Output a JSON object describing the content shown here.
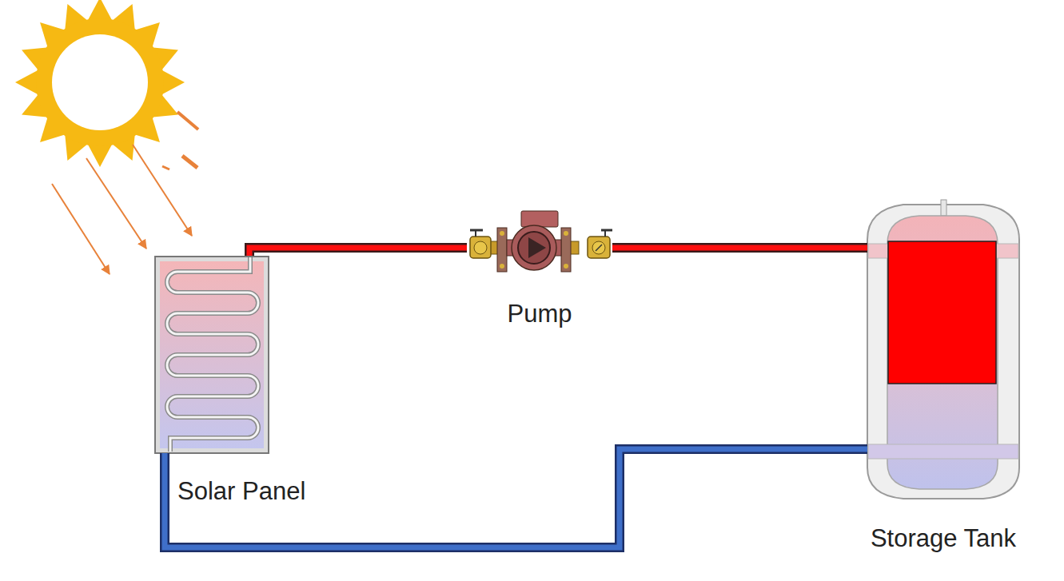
{
  "diagram": {
    "nodes": [
      {
        "text": [
          "Solar Panel"
        ]
      },
      {
        "text": [
          "Pump"
        ]
      },
      {
        "text": [
          "Storage Tank"
        ]
      }
    ],
    "edges": [
      {
        "from": 0,
        "to": 1,
        "arrow": "none"
      },
      {
        "from": 1,
        "to": 2,
        "arrow": "none"
      },
      {
        "from": 2,
        "to": 0,
        "arrow": "none"
      }
    ]
  }
}
